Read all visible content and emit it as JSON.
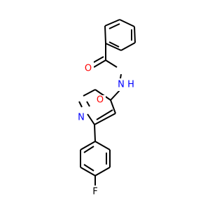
{
  "molecule": {
    "colors": {
      "bond": "#000000",
      "oxygen": "#ff0000",
      "nitrogen": "#0000ff",
      "fluorine": "#000000"
    },
    "atoms": {
      "carbonyl_oxygen": "O",
      "amide_nitrogen": "N",
      "amide_hydrogen": "H",
      "ring_oxygen": "O",
      "ring_nitrogen": "N",
      "fluorine": "F"
    }
  }
}
